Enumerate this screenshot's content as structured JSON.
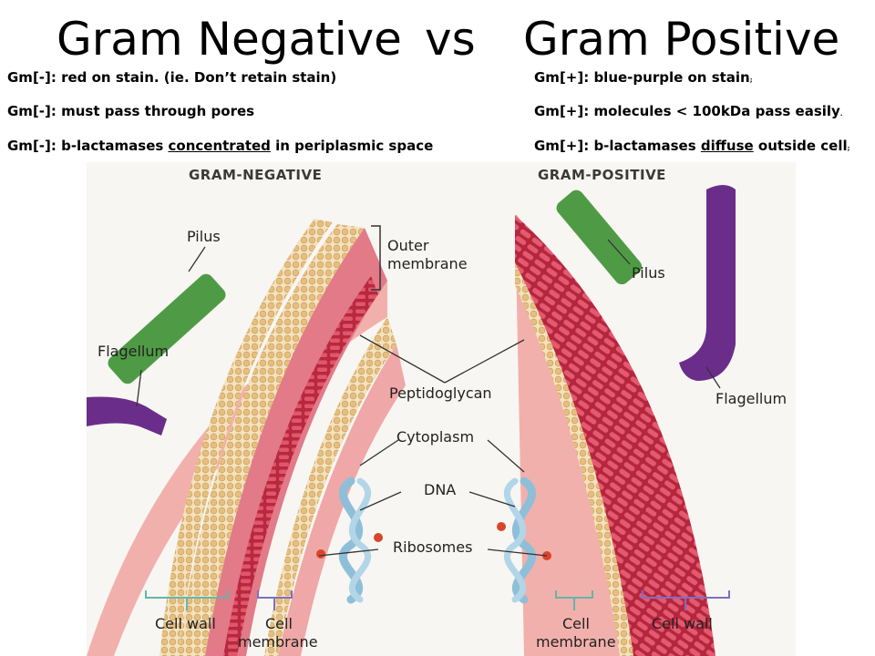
{
  "title": {
    "left": "Gram Negative",
    "middle": "vs",
    "right": "Gram Positive"
  },
  "negative_notes": [
    {
      "prefix": "Gm[-]: red on stain. (ie. Don’t retain stain)"
    },
    {
      "prefix": "Gm[-]: must pass through pores"
    },
    {
      "prefix": "Gm[-]: b-lactamases ",
      "emph": "concentrated",
      "suffix": " in periplasmic space"
    }
  ],
  "positive_notes": [
    {
      "prefix": "Gm[+]: blue-purple on stain",
      "tail": ";"
    },
    {
      "prefix": "Gm[+]: molecules < 100kDa pass easily",
      "tail": "."
    },
    {
      "prefix": "Gm[+]: b-lactamases ",
      "emph": "diffuse",
      "suffix": " outside cell",
      "tail": ";"
    }
  ],
  "figure": {
    "header_negative": "GRAM-NEGATIVE",
    "header_positive": "GRAM-POSITIVE",
    "labels": {
      "pilus_left": "Pilus",
      "outer_membrane_1": "Outer",
      "outer_membrane_2": "membrane",
      "flagellum_left": "Flagellum",
      "peptidoglycan": "Peptidoglycan",
      "cytoplasm": "Cytoplasm",
      "dna": "DNA",
      "ribosomes": "Ribosomes",
      "pilus_right": "Pilus",
      "flagellum_right": "Flagellum",
      "cell_wall_left": "Cell wall",
      "cell_membrane_left_1": "Cell",
      "cell_membrane_left_2": "membrane",
      "cell_membrane_right_1": "Cell",
      "cell_membrane_right_2": "membrane",
      "cell_wall_right": "Cell wall"
    },
    "colors": {
      "peptidoglycan": "#c8334a",
      "lipid_head": "#e9c98c",
      "cytoplasm": "#f0a7a7",
      "pilus": "#4f9b45",
      "flagellum": "#6b2d8a",
      "dna": "#8fbfd8",
      "ribosome": "#d9452b"
    }
  }
}
